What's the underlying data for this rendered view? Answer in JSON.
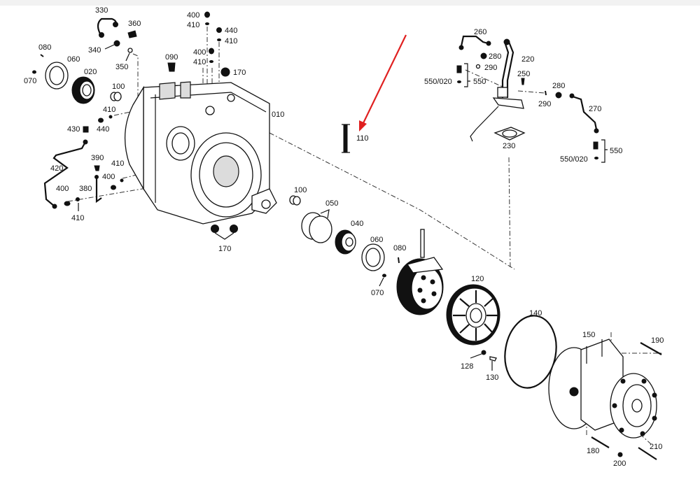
{
  "diagram": {
    "title": "Exploded parts diagram – transmission housing",
    "highlight": {
      "part": "110",
      "arrow_color": "#e02020"
    },
    "labels": {
      "l330": "330",
      "l360": "360",
      "l340": "340",
      "l350": "350",
      "l080a": "080",
      "l060a": "060",
      "l070a": "070",
      "l020": "020",
      "l100a": "100",
      "l410a": "410",
      "l440a": "440",
      "l430": "430",
      "l090": "090",
      "l400a": "400",
      "l410b": "410",
      "l440b": "440",
      "l410c": "410",
      "l400b": "400",
      "l410d": "410",
      "l170a": "170",
      "l010": "010",
      "l420": "420",
      "l390": "390",
      "l410e": "410",
      "l400c": "400",
      "l400d": "400",
      "l380": "380",
      "l410f": "410",
      "l170b": "170",
      "l110": "110",
      "l100b": "100",
      "l050": "050",
      "l040": "040",
      "l060b": "060",
      "l080b": "080",
      "l070b": "070",
      "l120": "120",
      "l260": "260",
      "l280a": "280",
      "l220": "220",
      "l290a": "290",
      "l250": "250",
      "l550a": "550",
      "l550020a": "550/020",
      "l280b": "280",
      "l290b": "290",
      "l270": "270",
      "l230": "230",
      "l550b": "550",
      "l550020b": "550/020",
      "l140": "140",
      "l128": "128",
      "l130": "130",
      "l150": "150",
      "l190": "190",
      "l180": "180",
      "l200": "200",
      "l210": "210"
    }
  }
}
